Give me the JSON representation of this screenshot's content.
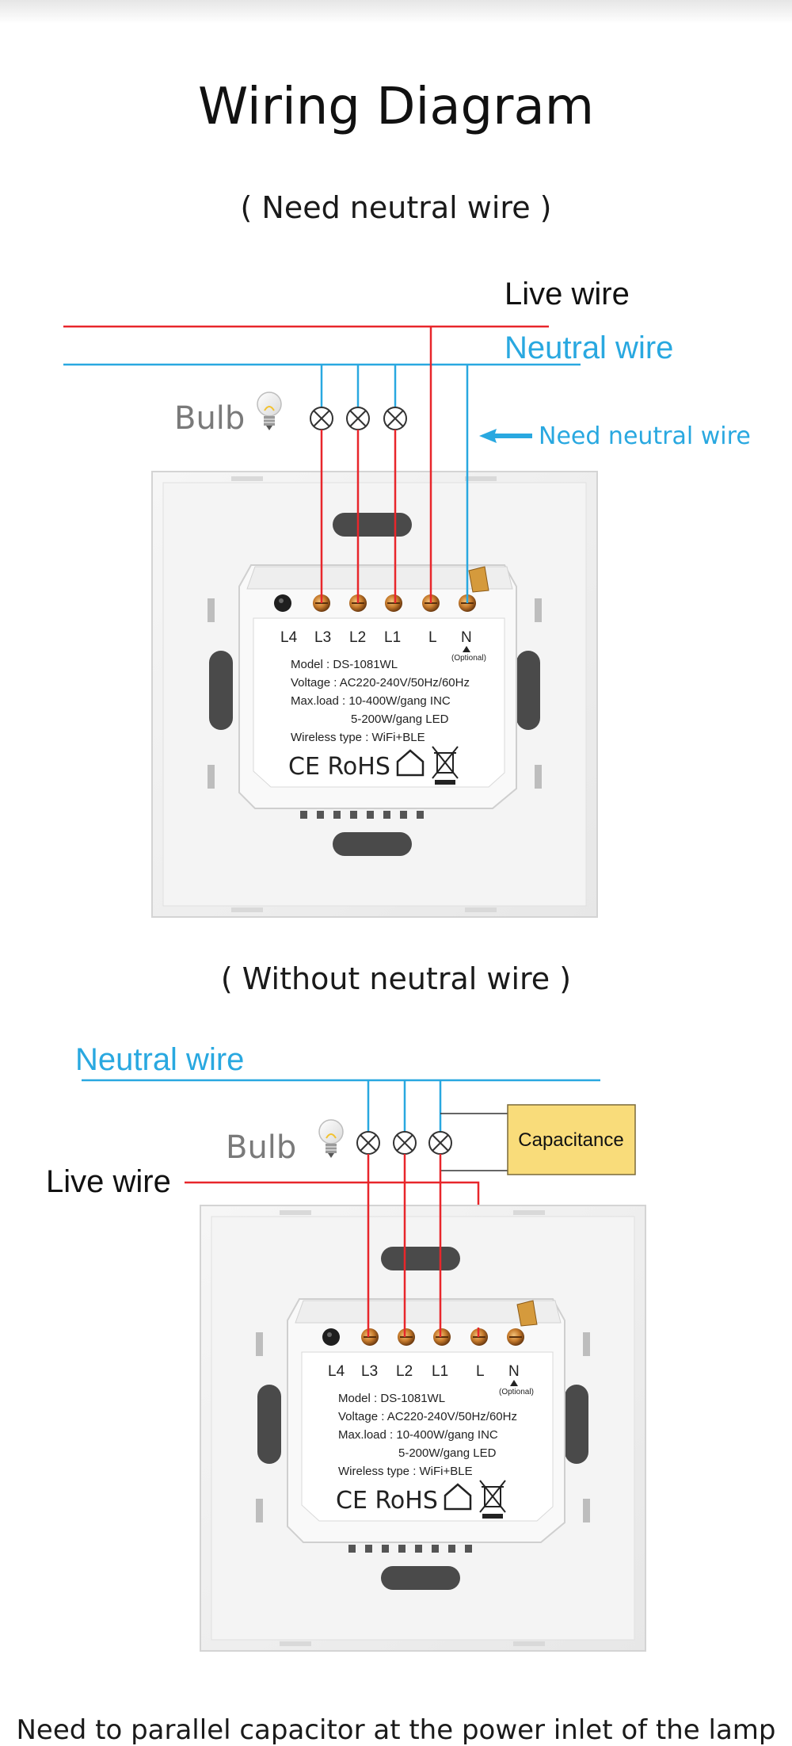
{
  "title": "Wiring Diagram",
  "section_with_neutral": {
    "heading": "( Need neutral wire )",
    "live_label": "Live wire",
    "neutral_label": "Neutral wire",
    "bulb_label": "Bulb",
    "arrow_note": "Need neutral wire"
  },
  "section_without_neutral": {
    "heading": "( Without neutral wire )",
    "neutral_label": "Neutral wire",
    "bulb_label": "Bulb",
    "live_label": "Live wire",
    "capacitor_label": "Capacitance"
  },
  "switch_module": {
    "terminals": [
      "L4",
      "L3",
      "L2",
      "L1",
      "L",
      "N"
    ],
    "optional_note": "(Optional)",
    "model": "Model : DS-1081WL",
    "voltage": "Voltage : AC220-240V/50Hz/60Hz",
    "max_load": "Max.load : 10-400W/gang  INC",
    "max_load_led": "5-200W/gang  LED",
    "wireless": "Wireless type : WiFi+BLE",
    "certifications": "CE RoHS"
  },
  "footer_note": "Need to parallel capacitor at the power inlet of the lamp",
  "colors": {
    "live_wire": "#e8262b",
    "neutral_wire": "#29a8e0",
    "capacitor_fill": "#f9dc7a",
    "capacitor_border": "#7a6a3a"
  },
  "icons": [
    "bulb-icon",
    "lamp-symbol-icon",
    "arrow-left-icon",
    "ce-mark-icon",
    "house-icon",
    "weee-bin-icon"
  ]
}
